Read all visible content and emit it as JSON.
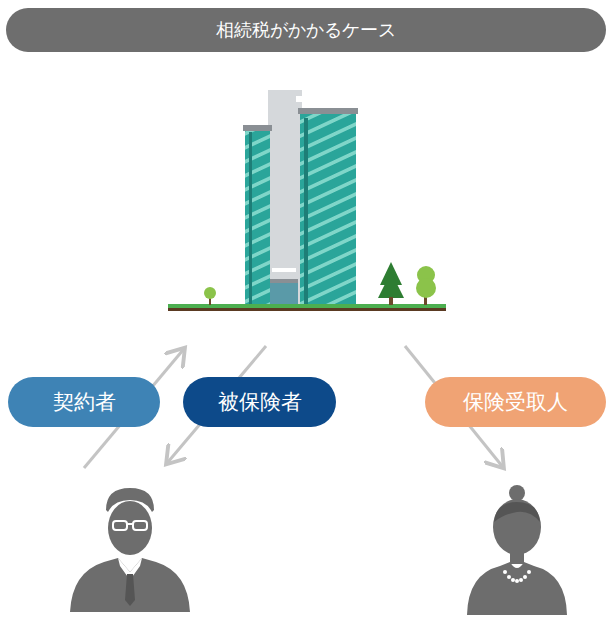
{
  "diagram": {
    "title": "相続税がかかるケース",
    "nodes": [
      {
        "text": [
          "契約者"
        ]
      },
      {
        "text": [
          "被保険者"
        ]
      },
      {
        "text": [
          "保険受取人"
        ]
      }
    ]
  }
}
